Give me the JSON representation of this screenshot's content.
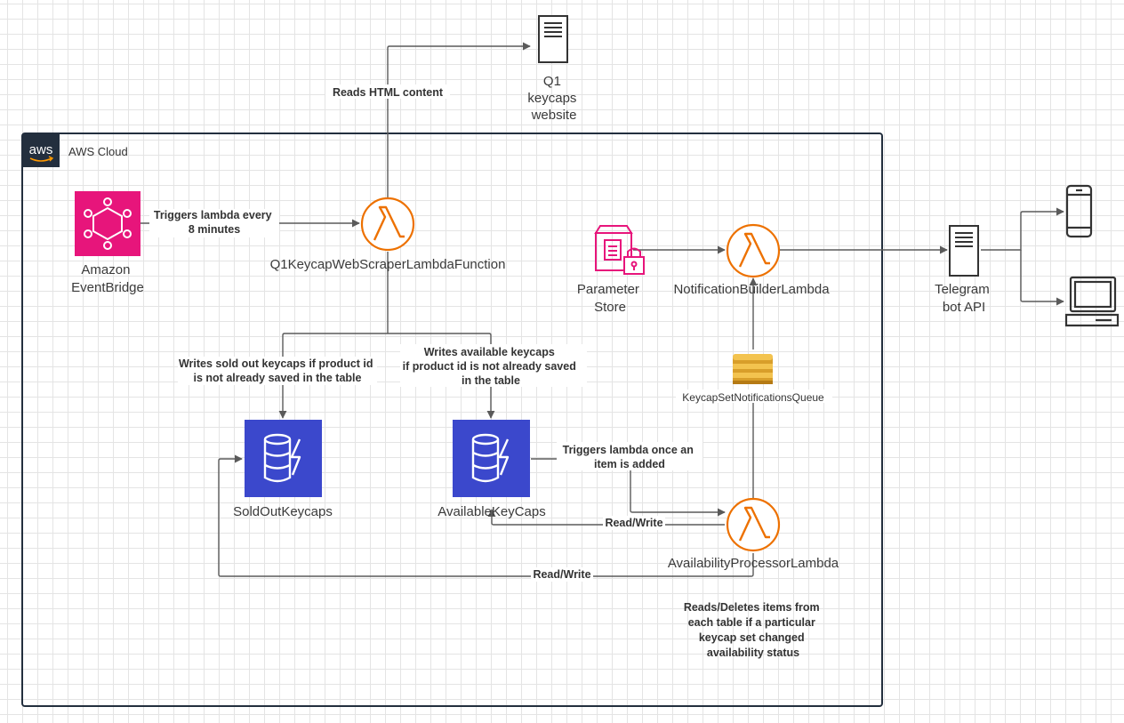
{
  "cloud": {
    "badge": "aws",
    "label": "AWS Cloud"
  },
  "nodes": {
    "eventbridge": {
      "lines": [
        "Amazon",
        "EventBridge"
      ],
      "icon": "eventbridge-icon",
      "color": "#e7157b"
    },
    "scraper": {
      "lines": [
        "Q1KeycapWebScraperLambdaFunction"
      ],
      "icon": "lambda-icon",
      "color": "#ed7100"
    },
    "website": {
      "lines": [
        "Q1",
        "keycaps",
        "website"
      ],
      "icon": "server-icon"
    },
    "parameter_store": {
      "lines": [
        "Parameter",
        "Store"
      ],
      "icon": "parameter-store-icon",
      "color": "#e7157b"
    },
    "notification_builder": {
      "lines": [
        "NotificationBuilderLambda"
      ],
      "icon": "lambda-icon",
      "color": "#ed7100"
    },
    "telegram": {
      "lines": [
        "Telegram",
        "bot API"
      ],
      "icon": "server-icon"
    },
    "phone": {
      "icon": "smartphone-icon"
    },
    "laptop": {
      "icon": "laptop-icon"
    },
    "queue": {
      "lines": [
        "KeycapSetNotificationsQueue"
      ],
      "icon": "sqs-queue-icon",
      "color": "#d89e2a"
    },
    "soldout": {
      "lines": [
        "SoldOutKeycaps"
      ],
      "icon": "dynamodb-icon",
      "color": "#3b48cc"
    },
    "available": {
      "lines": [
        "AvailableKeyCaps"
      ],
      "icon": "dynamodb-icon",
      "color": "#3b48cc"
    },
    "processor": {
      "lines": [
        "AvailabilityProcessorLambda"
      ],
      "icon": "lambda-icon",
      "color": "#ed7100"
    }
  },
  "edges": {
    "reads_html": {
      "lines": [
        "Reads HTML content"
      ]
    },
    "triggers_scraper": {
      "lines": [
        "Triggers lambda every",
        "8 minutes"
      ]
    },
    "writes_soldout": {
      "lines": [
        "Writes sold out keycaps if product id",
        "is not already saved in the table"
      ]
    },
    "writes_available": {
      "lines": [
        "Writes available keycaps",
        "if product id is not already saved",
        "in the table"
      ]
    },
    "triggers_processor": {
      "lines": [
        "Triggers lambda once an",
        "item is added"
      ]
    },
    "rw_available": {
      "lines": [
        "Read/Write"
      ]
    },
    "rw_soldout": {
      "lines": [
        "Read/Write"
      ]
    },
    "reads_deletes": {
      "lines": [
        "Reads/Deletes items from",
        "each table if a particular",
        "keycap set changed",
        "availability status"
      ]
    }
  }
}
